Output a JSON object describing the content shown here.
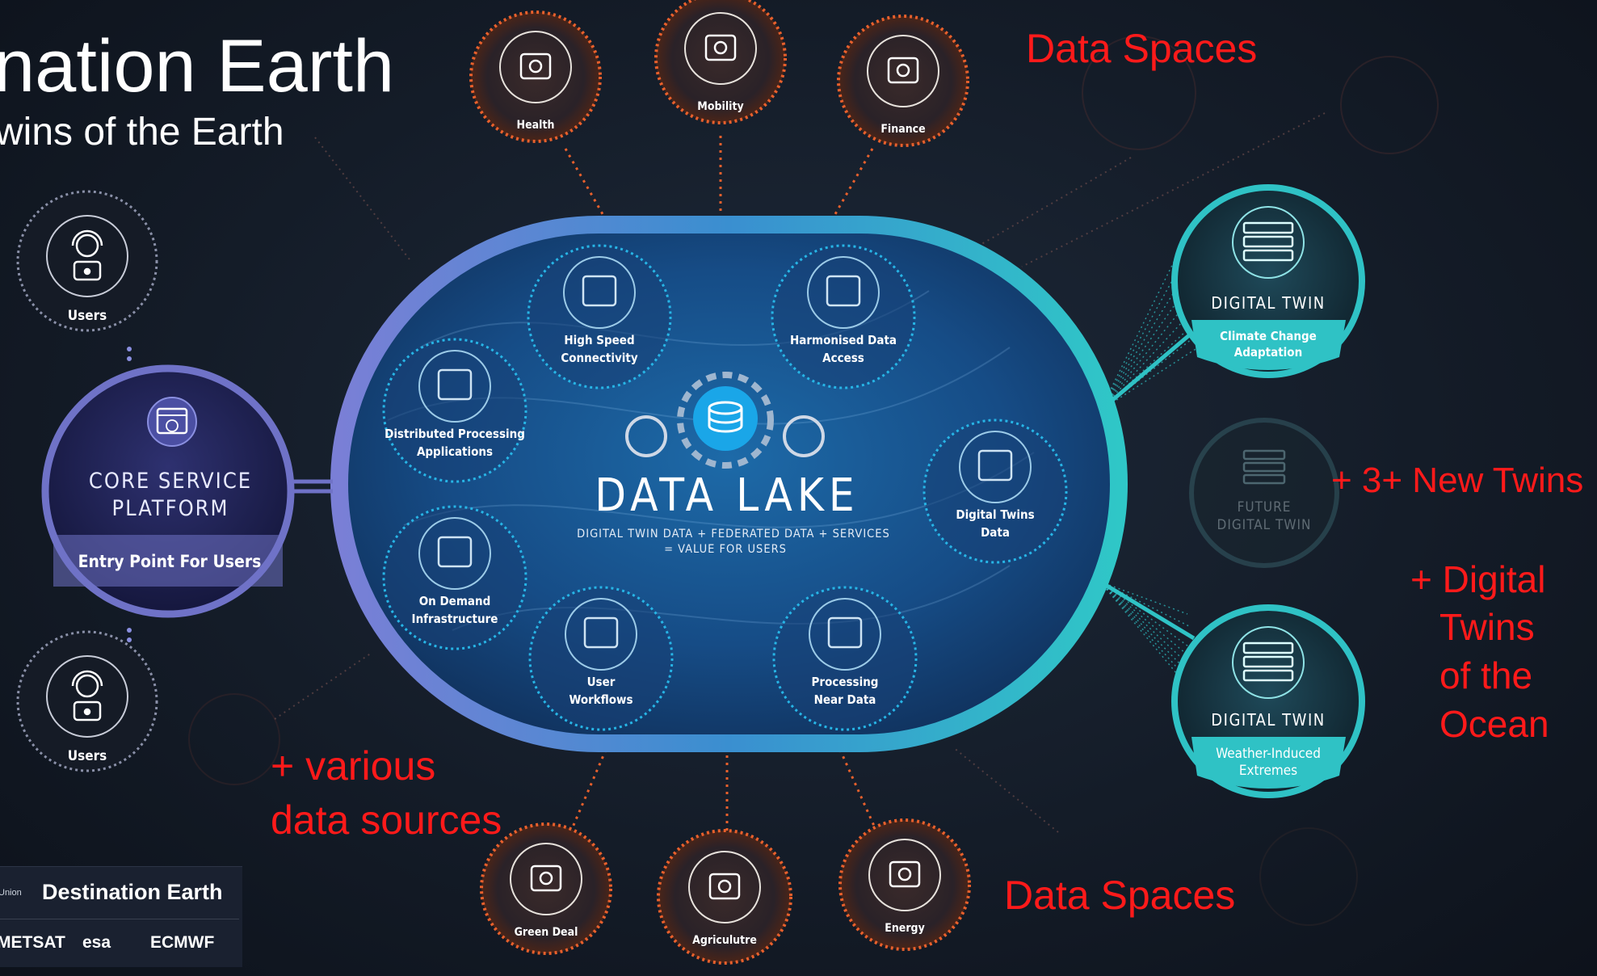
{
  "header": {
    "title": "nation Earth",
    "subtitle": "wins of the Earth"
  },
  "annotations": {
    "data_spaces_top": "Data Spaces",
    "data_spaces_bottom": "Data Spaces",
    "new_twins": "+ 3+ New Twins",
    "ocean_twins": [
      "+ Digital",
      "Twins",
      "of the",
      "Ocean"
    ],
    "data_sources": [
      "+ various",
      "data sources"
    ],
    "color": "#ff1a1a"
  },
  "data_spaces_top": [
    {
      "label": "Health",
      "icon": "medical-bag-icon"
    },
    {
      "label": "Mobility",
      "icon": "arrows-icon"
    },
    {
      "label": "Finance",
      "icon": "credit-card-icon"
    }
  ],
  "data_spaces_bottom": [
    {
      "label": "Green Deal",
      "icon": "globe-hands-icon"
    },
    {
      "label": "Agriculutre",
      "icon": "plants-icon"
    },
    {
      "label": "Energy",
      "icon": "lightning-cycle-icon"
    }
  ],
  "users": [
    {
      "label": "Users",
      "icon": "headset-user-icon"
    },
    {
      "label": "Users",
      "icon": "headset-user-icon"
    }
  ],
  "core_service_platform": {
    "title_line1": "CORE SERVICE",
    "title_line2": "PLATFORM",
    "subtitle": "Entry Point For Users",
    "icon": "browser-globe-icon"
  },
  "data_lake": {
    "title": "DATA LAKE",
    "line1": "DIGITAL TWIN DATA + FEDERATED DATA + SERVICES",
    "line2": "= VALUE FOR USERS",
    "icon": "database-gear-icon"
  },
  "lake_services": [
    {
      "lines": [
        "High Speed",
        "Connectivity"
      ],
      "icon": "chevrons-up-icon"
    },
    {
      "lines": [
        "Harmonised Data",
        "Access"
      ],
      "icon": "lock-gear-icon"
    },
    {
      "lines": [
        "Distributed Processing",
        "Applications"
      ],
      "icon": "search-nodes-icon"
    },
    {
      "lines": [
        "Digital Twins",
        "Data"
      ],
      "icon": "monitor-icon"
    },
    {
      "lines": [
        "On Demand",
        "Infrastructure"
      ],
      "icon": "folders-icon"
    },
    {
      "lines": [
        "User",
        "Workflows"
      ],
      "icon": "sliders-icon"
    },
    {
      "lines": [
        "Processing",
        "Near Data"
      ],
      "icon": "location-pin-icon"
    }
  ],
  "digital_twins": [
    {
      "title": "DIGITAL TWIN",
      "subtitle": [
        "Climate Change",
        "Adaptation"
      ],
      "icon": "server-icon"
    },
    {
      "title": "FUTURE",
      "title2": "DIGITAL TWIN",
      "icon": "server-icon"
    },
    {
      "title": "DIGITAL TWIN",
      "subtitle": [
        "Weather-Induced",
        "Extremes"
      ],
      "icon": "server-icon"
    }
  ],
  "logo": {
    "union": "Union",
    "brand": "Destination Earth",
    "orgs": [
      "METSAT",
      "esa",
      "ECMWF"
    ]
  },
  "colors": {
    "orange": "#e8602c",
    "teal": "#2fc2c5",
    "lake_blue": "#1d5f9c",
    "platform_purple": "#6f72c7"
  }
}
